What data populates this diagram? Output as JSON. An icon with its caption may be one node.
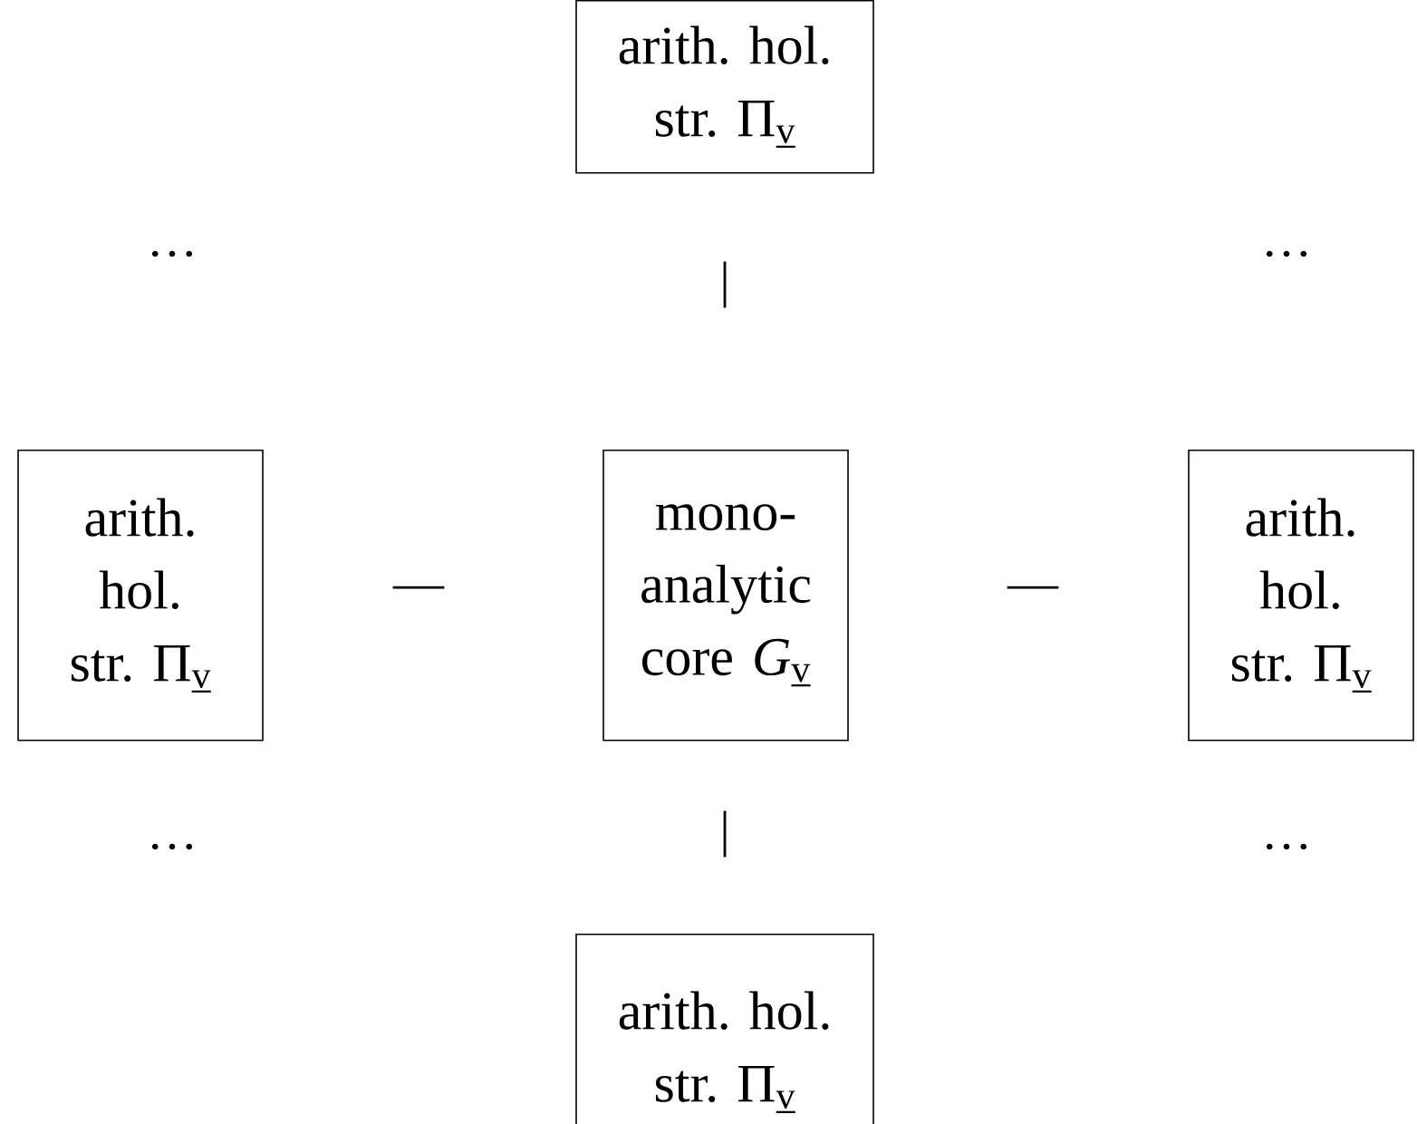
{
  "diagram": {
    "nodes": [
      {
        "text": [
          "arith. hol. str. Π$_{v̲}$"
        ]
      },
      {
        "text": [
          "arith. hol. str. Π$_{v̲}$"
        ]
      },
      {
        "text": [
          "mono-analytic core *G*$_{v̲}$"
        ]
      },
      {
        "text": [
          "arith. hol. str. Π$_{v̲}$"
        ]
      },
      {
        "text": [
          "arith. hol. str. Π$_{v̲}$"
        ]
      }
    ],
    "labels": [
      "…",
      "|",
      "…",
      "—",
      "—",
      "…",
      "|",
      "…"
    ]
  }
}
